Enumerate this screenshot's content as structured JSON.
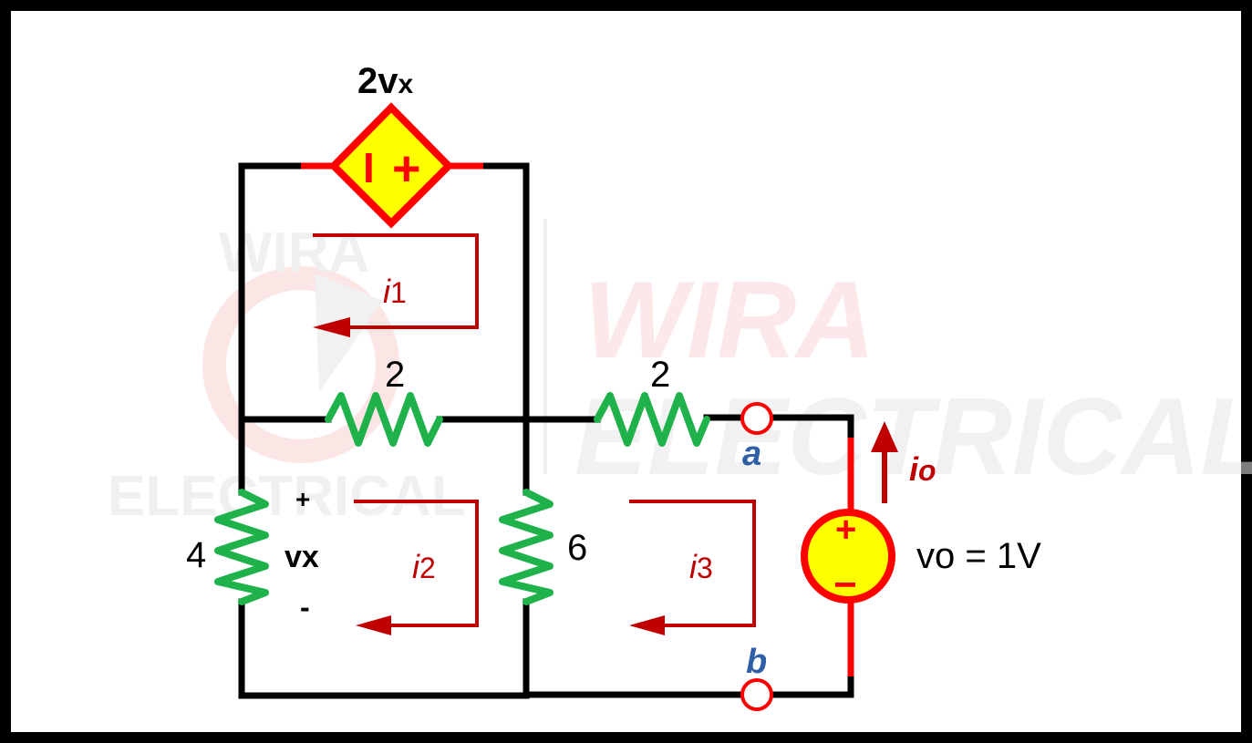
{
  "watermark": {
    "small_top": "WIRA",
    "small_bottom": "ELECTRICAL",
    "large_top": "WIRA",
    "large_bottom": "ELECTRICAL"
  },
  "dependent_source": {
    "label_main": "2v",
    "label_sub": "x",
    "minus_sign": "I",
    "plus_sign": "+"
  },
  "resistors": {
    "top_left": "2",
    "top_right": "2",
    "left": "4",
    "middle": "6"
  },
  "vx": {
    "label": "vx",
    "plus": "+",
    "minus": "-"
  },
  "mesh_currents": [
    {
      "main": "i",
      "sub": "1"
    },
    {
      "main": "i",
      "sub": "2"
    },
    {
      "main": "i",
      "sub": "3"
    }
  ],
  "terminals": {
    "a": "a",
    "b": "b"
  },
  "output_source": {
    "current_main": "i",
    "current_sub": "o",
    "voltage_label": "vo = 1V",
    "plus": "+",
    "minus": "−"
  },
  "colors": {
    "wire": "#000000",
    "source_wire": "#ff0000",
    "source_fill": "#ffff00",
    "resistor": "#1fb24a",
    "mesh_arrow": "#c00000",
    "terminal": "#2f5fa7"
  }
}
